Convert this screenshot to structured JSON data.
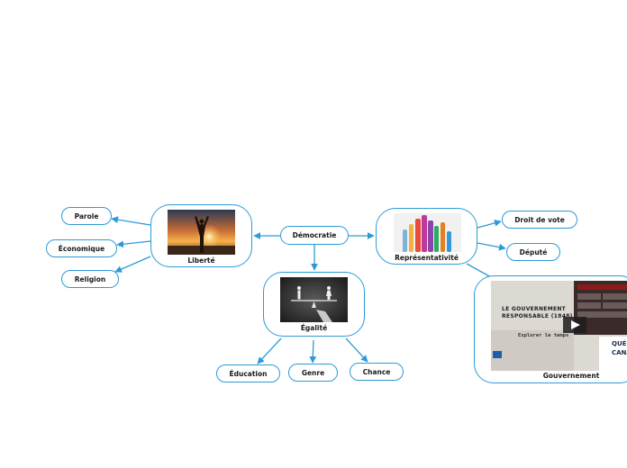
{
  "center": {
    "label": "Démocratie"
  },
  "branches": {
    "liberte": {
      "label": "Liberté",
      "image": "sunset-raised-arms-image",
      "children": [
        "Parole",
        "Économique",
        "Religion"
      ]
    },
    "egalite": {
      "label": "Égalité",
      "image": "balance-scale-people-image",
      "children": [
        "Éducation",
        "Genre",
        "Chance"
      ]
    },
    "representativite": {
      "label": "Représentativité",
      "image": "raised-colorful-hands-image",
      "children": [
        "Droit de vote",
        "Député"
      ]
    },
    "gouvernement": {
      "label": "Gouvernement",
      "image": "video-thumbnail-image",
      "video": {
        "title_line1": "LE GOUVERNEMENT",
        "title_line2": "RESPONSABLE (1848)",
        "explore": "Explorer le temps",
        "brand_line1": "QUÉB",
        "brand_line2": "CANA"
      }
    }
  },
  "colors": {
    "line": "#2c9ad6",
    "node_border": "#2c9ad6",
    "text": "#1a1a1a"
  }
}
